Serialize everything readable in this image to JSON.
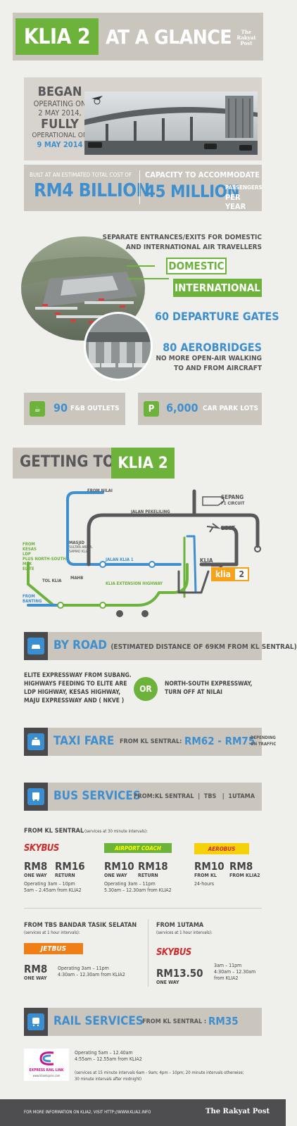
{
  "header": {
    "title_a": "KLIA 2",
    "title_b": "AT A GLANCE",
    "brand": "The Rakyat Post"
  },
  "intro": {
    "l1": "BEGAN",
    "l2": "OPERATING ON",
    "l3": "2 MAY 2014,",
    "l4": "FULLY",
    "l5": "OPERATIONAL ON",
    "l6": "9 MAY 2014"
  },
  "cost": {
    "label": "BUILT AT AN ESTIMATED TOTAL COST OF",
    "value": "RM4 BILLION"
  },
  "capacity": {
    "label": "CAPACITY TO ACCOMMODATE",
    "value": "45 MILLION",
    "unit1": "PASSENGERS",
    "unit2": "PER YEAR"
  },
  "facilities": {
    "separate1": "SEPARATE ENTRANCES/EXITS FOR DOMESTIC",
    "separate2": "AND INTERNATIONAL AIR TRAVELLERS",
    "domestic": "DOMESTIC",
    "international": "INTERNATIONAL",
    "gates": "60 DEPARTURE GATES",
    "aerobridges": "80 AEROBRIDGES",
    "aero_sub1": "NO MORE OPEN-AIR WALKING",
    "aero_sub2": "TO AND FROM AIRCRAFT"
  },
  "stats": {
    "fb_num": "90",
    "fb_label": "F&B OUTLETS",
    "car_num": "6,000",
    "car_label": "CAR PARK LOTS"
  },
  "getting": {
    "title_a": "GETTING TO",
    "title_b": "KLIA 2"
  },
  "map": {
    "nilai": "FROM NILAI",
    "sepang": "SEPANG",
    "f1": "F1 CIRCUIT",
    "pekeliling": "JALAN PEKELILING",
    "lcct": "LCCT",
    "masjid1": "MASJID",
    "masjid2": "SULTAN ABDUL",
    "masjid3": "SAMAD KLIA",
    "jalan_klia1": "JALAN KLIA 1",
    "klia": "KLIA",
    "from1": "FROM",
    "kesas": "KESAS",
    "ldp": "LDP",
    "plus": "PLUS NORTH-SOUTH",
    "mex": "MEX",
    "elite": "ELITE",
    "tolklia": "TOL KLIA",
    "mahb": "MAHB",
    "extension": "KLIA EXTENSION HIGHWAY",
    "from2": "FROM",
    "banting": "BANTING",
    "klia2_badge": "klia",
    "klia2_num": "2"
  },
  "road": {
    "title": "BY ROAD",
    "sub": "(ESTIMATED DISTANCE OF 69KM FROM KL SENTRAL)",
    "left1": "ELITE EXPRESSWAY FROM SUBANG.",
    "left2": "HIGHWAYS FEEDING TO ELITE ARE",
    "left3": "LDP HIGHWAY, KESAS HIGHWAY,",
    "left4": "MAJU EXPRESSWAY AND ( NKVE )",
    "or": "OR",
    "right1": "NORTH-SOUTH EXPRESSWAY,",
    "right2": "TURN OFF AT NILAI"
  },
  "taxi": {
    "title": "TAXI FARE",
    "from": "FROM KL SENTRAL:",
    "fare": "RM62 - RM75",
    "dep1": "DEPENDING",
    "dep2": "ON TRAFFIC"
  },
  "bus": {
    "title": "BUS SERVICES",
    "from": "FROM:",
    "places": "KL SENTRAL  |  TBS   |  1UTAMA",
    "klsentral_head": "FROM KL SENTRAL",
    "klsentral_note": "(services at 30 minute intervals):",
    "skybus_logo": "SKYBUS",
    "sky_p1": "RM8",
    "sky_l1": "ONE WAY",
    "sky_p2": "RM16",
    "sky_l2": "RETURN",
    "sky_t1": "Operating 3am – 10pm",
    "sky_t2": "5am – 2.45am from KLIA2",
    "coach_logo": "AIRPORT COACH",
    "coach_p1": "RM10",
    "coach_l1": "ONE WAY",
    "coach_p2": "RM18",
    "coach_l2": "RETURN",
    "coach_t1": "Operating 3am – 11pm",
    "coach_t2": "5.30am – 12.30am from KLIA2",
    "aerobus_logo": "AEROBUS",
    "aero_p1": "RM10",
    "aero_l1": "FROM KL",
    "aero_p2": "RM8",
    "aero_l2": "FROM KLIA2",
    "aero_t1": "24-hours",
    "tbs_head": "FROM TBS BANDAR TASIK SELATAN",
    "tbs_note": "(services at 1 hour intervals):",
    "jetbus_logo": "JETBUS",
    "jet_p": "RM8",
    "jet_l": "ONE WAY",
    "jet_t1": "Operating 3am – 11pm",
    "jet_t2": "4:30am – 12.30am from KLIA2",
    "utama_head": "FROM 1UTAMA",
    "utama_note": "(services at 1 hour intervals):",
    "ut_logo": "SKYBUS",
    "ut_p": "RM13.50",
    "ut_l": "ONE WAY",
    "ut_t1": "3am – 11pm",
    "ut_t2": "4:30am – 12.30am",
    "ut_t3": "from KLIA2"
  },
  "rail": {
    "title": "RAIL SERVICES",
    "from": "FROM KL SENTRAL :",
    "price": "RM35",
    "logo1": "EXPRESS RAIL LINK",
    "logo2": "www.kliaekspres.com",
    "t1": "Operating 5am – 12.40am",
    "t2": "4:55am – 12.55am from KLIA2",
    "t3": "(services at 15 minute intervals 6am - 9am; 4pm – 10pm; 20 minute intervals otherwise;",
    "t4": "30 minute intervals after midnight)"
  },
  "footer": {
    "text": "FOR MORE INFORMATION ON KLIA2, VISIT HTTP://WWW.KLIA2.INFO",
    "brand": "The Rakyat Post"
  }
}
